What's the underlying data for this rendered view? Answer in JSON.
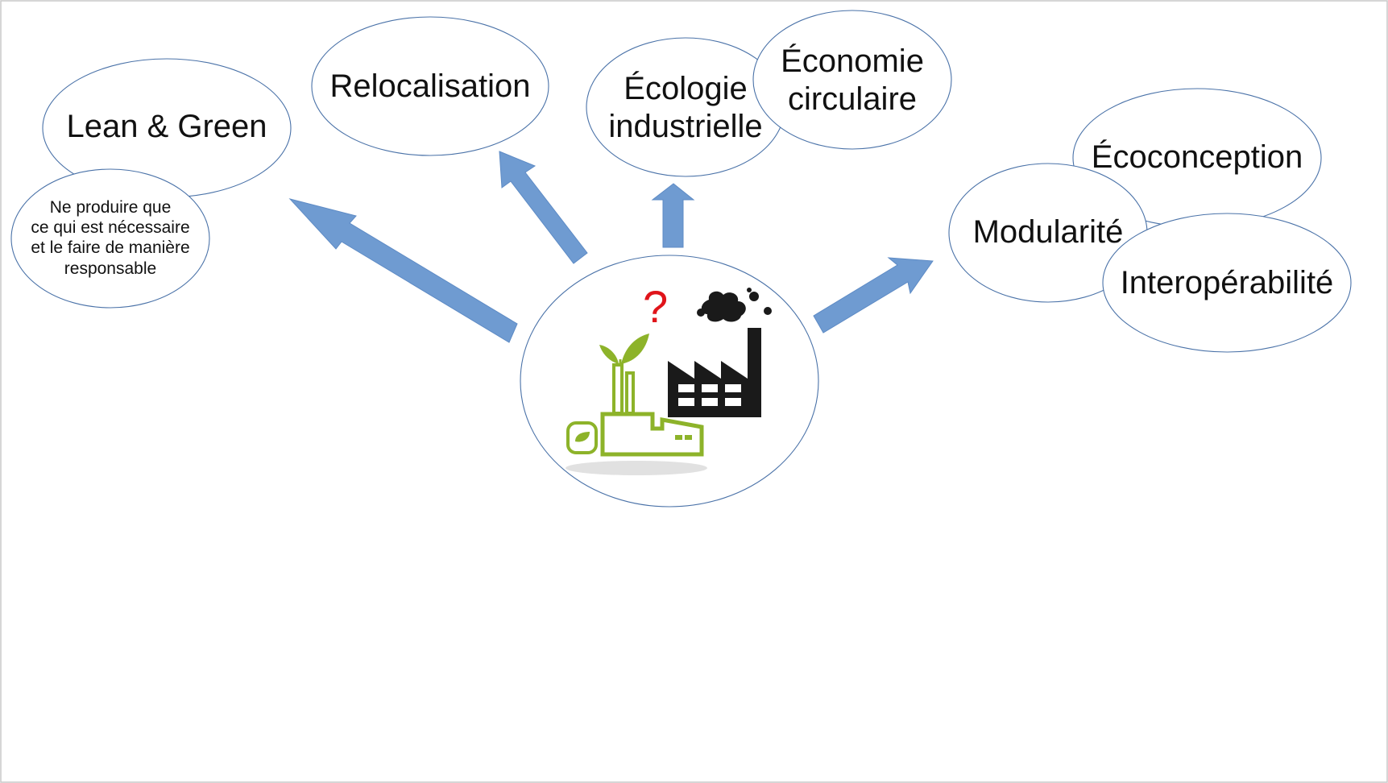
{
  "labels": {
    "lean_green": "Lean & Green",
    "lean_green_note": [
      "Ne produire que",
      "ce qui est nécessaire",
      "et le faire de manière",
      "responsable"
    ],
    "relocalisation": "Relocalisation",
    "ecologie": [
      "Écologie",
      "industrielle"
    ],
    "economie": [
      "Économie",
      "circulaire"
    ],
    "ecoconception": "Écoconception",
    "modularite": "Modularité",
    "interoperabilite": "Interopérabilité",
    "question": "?"
  },
  "icons": {
    "center": "green-factory-vs-polluting-factory-icon"
  },
  "colors": {
    "ellipse_stroke": "#4a72a8",
    "arrow_fill": "#6f9bd1",
    "green_factory": "#8db32a",
    "black_factory": "#1a1a1a",
    "question_mark": "#e0141a"
  }
}
